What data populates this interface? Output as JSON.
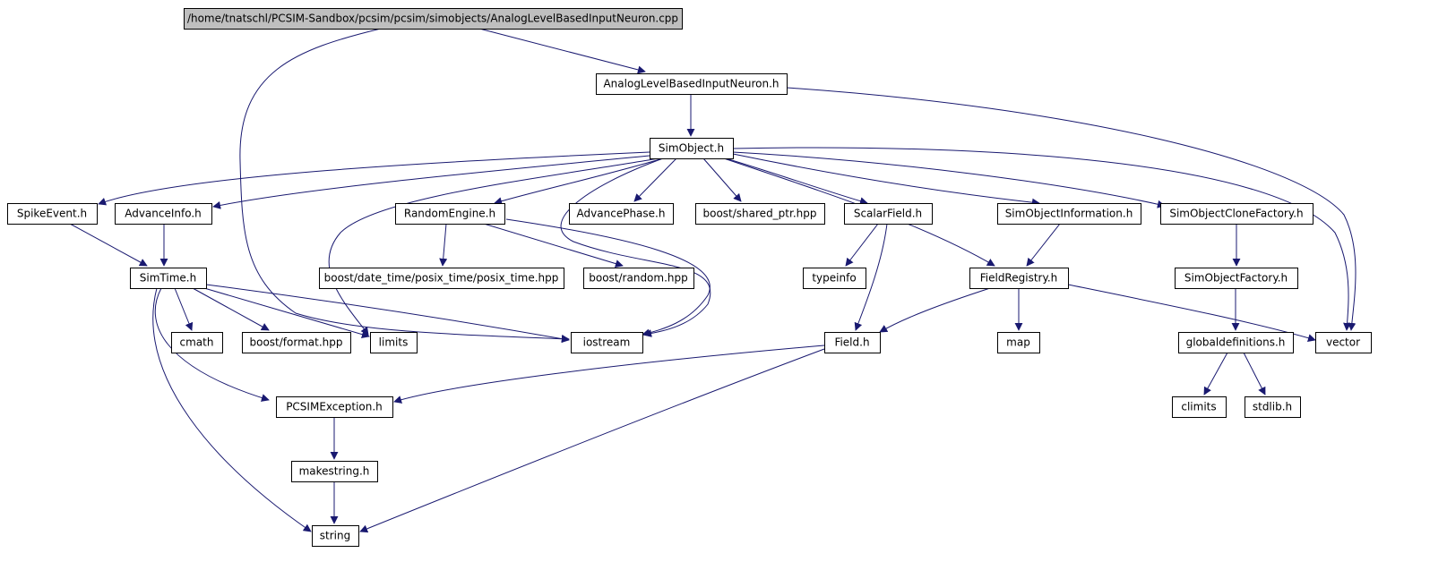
{
  "colors": {
    "edge": "#191970",
    "root_fill": "#bfbfbf",
    "internal_border": "#000000",
    "external_border": "#c0c0c0",
    "background": "#ffffff"
  },
  "nodes": [
    {
      "id": "root",
      "label": "/home/tnatschl/PCSIM-Sandbox/pcsim/pcsim/simobjects/AnalogLevelBasedInputNeuron.cpp",
      "kind": "root"
    },
    {
      "id": "albin",
      "label": "AnalogLevelBasedInputNeuron.h",
      "kind": "internal"
    },
    {
      "id": "simobject",
      "label": "SimObject.h",
      "kind": "internal"
    },
    {
      "id": "spikeevent",
      "label": "SpikeEvent.h",
      "kind": "internal"
    },
    {
      "id": "advanceinfo",
      "label": "AdvanceInfo.h",
      "kind": "internal"
    },
    {
      "id": "randomengine",
      "label": "RandomEngine.h",
      "kind": "internal"
    },
    {
      "id": "advancephase",
      "label": "AdvancePhase.h",
      "kind": "internal"
    },
    {
      "id": "sharedptr",
      "label": "boost/shared_ptr.hpp",
      "kind": "external"
    },
    {
      "id": "scalarfield",
      "label": "ScalarField.h",
      "kind": "internal"
    },
    {
      "id": "soinfo",
      "label": "SimObjectInformation.h",
      "kind": "internal"
    },
    {
      "id": "soclone",
      "label": "SimObjectCloneFactory.h",
      "kind": "internal"
    },
    {
      "id": "simtime",
      "label": "SimTime.h",
      "kind": "internal"
    },
    {
      "id": "posixtime",
      "label": "boost/date_time/posix_time/posix_time.hpp",
      "kind": "external"
    },
    {
      "id": "boostrandom",
      "label": "boost/random.hpp",
      "kind": "external"
    },
    {
      "id": "typeinfo",
      "label": "typeinfo",
      "kind": "external"
    },
    {
      "id": "fieldregistry",
      "label": "FieldRegistry.h",
      "kind": "internal"
    },
    {
      "id": "sofactory",
      "label": "SimObjectFactory.h",
      "kind": "internal"
    },
    {
      "id": "cmath",
      "label": "cmath",
      "kind": "external"
    },
    {
      "id": "boostformat",
      "label": "boost/format.hpp",
      "kind": "external"
    },
    {
      "id": "limits",
      "label": "limits",
      "kind": "external"
    },
    {
      "id": "iostream",
      "label": "iostream",
      "kind": "external"
    },
    {
      "id": "field",
      "label": "Field.h",
      "kind": "internal"
    },
    {
      "id": "map",
      "label": "map",
      "kind": "external"
    },
    {
      "id": "globaldefs",
      "label": "globaldefinitions.h",
      "kind": "internal"
    },
    {
      "id": "vector",
      "label": "vector",
      "kind": "external"
    },
    {
      "id": "climits",
      "label": "climits",
      "kind": "external"
    },
    {
      "id": "stdlib",
      "label": "stdlib.h",
      "kind": "external"
    },
    {
      "id": "pcsimexception",
      "label": "PCSIMException.h",
      "kind": "internal"
    },
    {
      "id": "makestring",
      "label": "makestring.h",
      "kind": "internal"
    },
    {
      "id": "string",
      "label": "string",
      "kind": "external"
    }
  ],
  "edges": [
    {
      "from": "root",
      "to": "albin"
    },
    {
      "from": "root",
      "to": "iostream"
    },
    {
      "from": "albin",
      "to": "simobject"
    },
    {
      "from": "albin",
      "to": "vector"
    },
    {
      "from": "simobject",
      "to": "spikeevent"
    },
    {
      "from": "simobject",
      "to": "advanceinfo"
    },
    {
      "from": "simobject",
      "to": "randomengine"
    },
    {
      "from": "simobject",
      "to": "advancephase"
    },
    {
      "from": "simobject",
      "to": "sharedptr"
    },
    {
      "from": "simobject",
      "to": "scalarfield"
    },
    {
      "from": "simobject",
      "to": "soinfo"
    },
    {
      "from": "simobject",
      "to": "soclone"
    },
    {
      "from": "simobject",
      "to": "fieldregistry"
    },
    {
      "from": "simobject",
      "to": "limits"
    },
    {
      "from": "simobject",
      "to": "iostream"
    },
    {
      "from": "simobject",
      "to": "vector"
    },
    {
      "from": "spikeevent",
      "to": "simtime"
    },
    {
      "from": "advanceinfo",
      "to": "simtime"
    },
    {
      "from": "randomengine",
      "to": "posixtime"
    },
    {
      "from": "randomengine",
      "to": "boostrandom"
    },
    {
      "from": "randomengine",
      "to": "iostream"
    },
    {
      "from": "scalarfield",
      "to": "typeinfo"
    },
    {
      "from": "scalarfield",
      "to": "field"
    },
    {
      "from": "soinfo",
      "to": "fieldregistry"
    },
    {
      "from": "soclone",
      "to": "sofactory"
    },
    {
      "from": "simtime",
      "to": "cmath"
    },
    {
      "from": "simtime",
      "to": "boostformat"
    },
    {
      "from": "simtime",
      "to": "limits"
    },
    {
      "from": "simtime",
      "to": "iostream"
    },
    {
      "from": "simtime",
      "to": "pcsimexception"
    },
    {
      "from": "simtime",
      "to": "string"
    },
    {
      "from": "fieldregistry",
      "to": "field"
    },
    {
      "from": "fieldregistry",
      "to": "map"
    },
    {
      "from": "fieldregistry",
      "to": "vector"
    },
    {
      "from": "sofactory",
      "to": "globaldefs"
    },
    {
      "from": "globaldefs",
      "to": "climits"
    },
    {
      "from": "globaldefs",
      "to": "stdlib"
    },
    {
      "from": "field",
      "to": "pcsimexception"
    },
    {
      "from": "field",
      "to": "string"
    },
    {
      "from": "pcsimexception",
      "to": "makestring"
    },
    {
      "from": "makestring",
      "to": "string"
    }
  ]
}
